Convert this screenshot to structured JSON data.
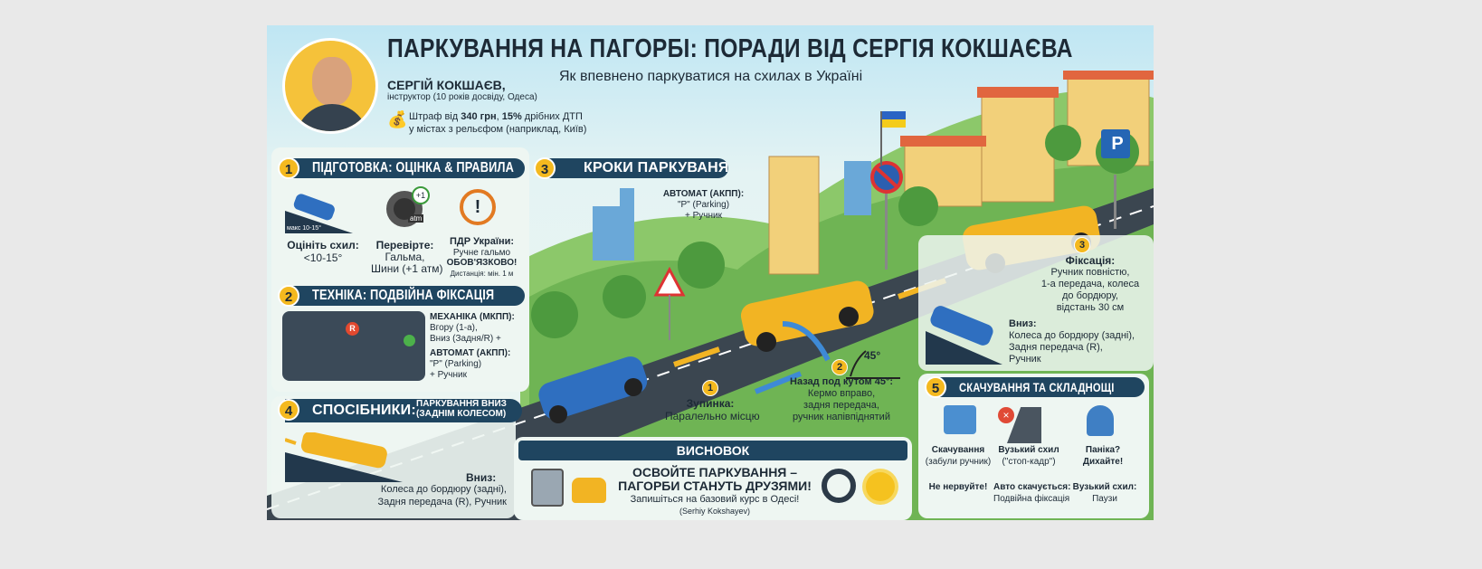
{
  "header": {
    "title": "ПАРКУВАННЯ НА ПАГОРБІ: ПОРАДИ ВІД СЕРГІЯ КОКШАЄВА",
    "subtitle": "Як впевнено паркуватися на схилах в Україні",
    "author_name": "СЕРГІЙ КОКШАЄВ,",
    "author_role": "інструктор (10 років досвіду, Одеса)",
    "fine_prefix": "Штраф від ",
    "fine_amount": "340 грн",
    "fine_sep": ", ",
    "fine_percent": "15%",
    "fine_suffix": " дрібних ДТП",
    "fine_line2": "у містах з рельєфом (наприклад, Київ)"
  },
  "section1": {
    "num": "1",
    "title": "ПІДГОТОВКА: ОЦІНКА & ПРАВИЛА",
    "slope_badge": "макс 10-15°",
    "slope_label": "Оцініть схил:",
    "slope_value": "<10-15°",
    "tire_badge": "+1",
    "tire_unit": "atm",
    "check_label": "Перевірте:",
    "check_line1": "Гальма,",
    "check_line2": "Шини (+1 атм)",
    "pdr_label": "ПДР України:",
    "pdr_line1": "Ручне гальмо",
    "pdr_line2": "ОБОВ'ЯЗКОВО!",
    "pdr_line3": "Дистанція: мін. 1 м"
  },
  "section2": {
    "num": "2",
    "title": "ТЕХНІКА: ПОДВІЙНА ФІКСАЦІЯ",
    "gear_badge": "R",
    "manual_label": "МЕХАНІКА (МКПП):",
    "manual_line1": "Вгору (1-а),",
    "manual_line2": "Вниз (Задня/R) +",
    "auto_label": "АВТОМАТ (АКПП):",
    "auto_line1": "\"P\" (Parking)",
    "auto_line2": "+ Ручник"
  },
  "section3": {
    "num": "3",
    "title": "КРОКИ ПАРКУВАНЯ",
    "auto_label": "АВТОМАТ (АКПП):",
    "auto_line1": "\"P\" (Parking)",
    "auto_line2": "+ Ручник",
    "step1_num": "1",
    "step1_label": "Зупинка:",
    "step1_text": "Паралельно місцю",
    "step2_num": "2",
    "step2_label": "Назад под кутом 45°:",
    "step2_line1": "Кермо вправо,",
    "step2_line2": "задня передача,",
    "step2_line3": "ручник напівпіднятий",
    "angle": "45°",
    "step3_num": "3",
    "step3_label": "Фіксація:",
    "step3_line1": "Ручник повністю,",
    "step3_line2": "1-а передача, колеса",
    "step3_line3": "до бордюру,",
    "step3_line4": "відстань 30 см",
    "down_label": "Вниз:",
    "down_line1": "Колеса до бордюру (задні),",
    "down_line2": "Задня передача (R),",
    "down_line3": "Ручник"
  },
  "section4": {
    "num": "4",
    "title": "СПОСІБНИКИ:",
    "subtitle_line1": "ПАРКУВАННЯ ВНИЗ",
    "subtitle_line2": "(ЗАДНІМ КОЛЕСОМ)",
    "down_label": "Вниз:",
    "down_line1": "Колеса до бордюру (задні),",
    "down_line2": "Задня передача (R), Ручник"
  },
  "section5": {
    "num": "5",
    "title": "СКАЧУВАННЯ ТА СКЛАДНОЩІ",
    "items": [
      {
        "label": "Скачування",
        "sub": "(забули ручник)",
        "tip_label": "Не нервуйте!",
        "tip_text": ""
      },
      {
        "label": "Вузький схил",
        "sub": "(\"стоп-кадр\")",
        "tip_label": "Авто скачується:",
        "tip_text": "Подвійна фіксація"
      },
      {
        "label": "Паніка?",
        "sub": "Дихайте!",
        "tip_label": "Вузький схил:",
        "tip_text": "Паузи"
      }
    ]
  },
  "conclusion": {
    "title": "ВИСНОВОК",
    "line1": "ОСВОЙТЕ ПАРКУВАННЯ –",
    "line2": "ПАГОРБИ СТАНУТЬ ДРУЗЯМИ!",
    "line3": "Запишіться на базовий курс в Одесі!",
    "signature": "(Serhiy Kokshayev)"
  },
  "signs": {
    "parking": "P"
  },
  "colors": {
    "navy": "#1f4560",
    "yellow": "#f4b91f",
    "blue_car": "#2f6fc0",
    "taxi": "#f2b423"
  }
}
